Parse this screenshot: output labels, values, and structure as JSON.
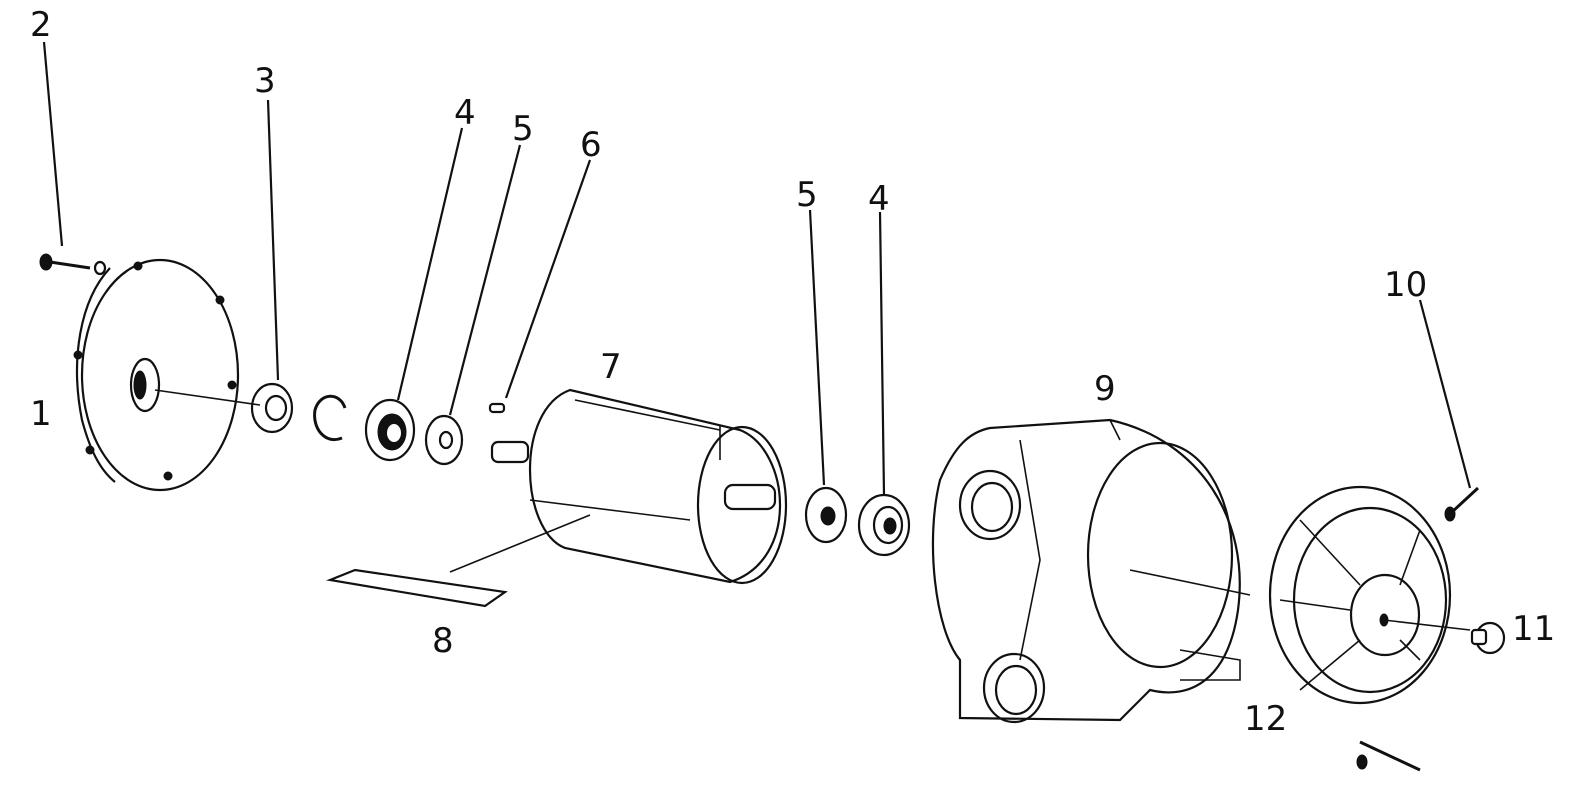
{
  "diagram": {
    "callouts": [
      {
        "id": "p2a",
        "text": "2"
      },
      {
        "id": "p3",
        "text": "3"
      },
      {
        "id": "p4a",
        "text": "4"
      },
      {
        "id": "p5a",
        "text": "5"
      },
      {
        "id": "p6",
        "text": "6"
      },
      {
        "id": "p1",
        "text": "1"
      },
      {
        "id": "p7",
        "text": "7"
      },
      {
        "id": "p5b",
        "text": "5"
      },
      {
        "id": "p4b",
        "text": "4"
      },
      {
        "id": "p9",
        "text": "9"
      },
      {
        "id": "p10",
        "text": "10"
      },
      {
        "id": "p11",
        "text": "11"
      },
      {
        "id": "p8",
        "text": "8"
      },
      {
        "id": "p12",
        "text": "12"
      }
    ]
  }
}
